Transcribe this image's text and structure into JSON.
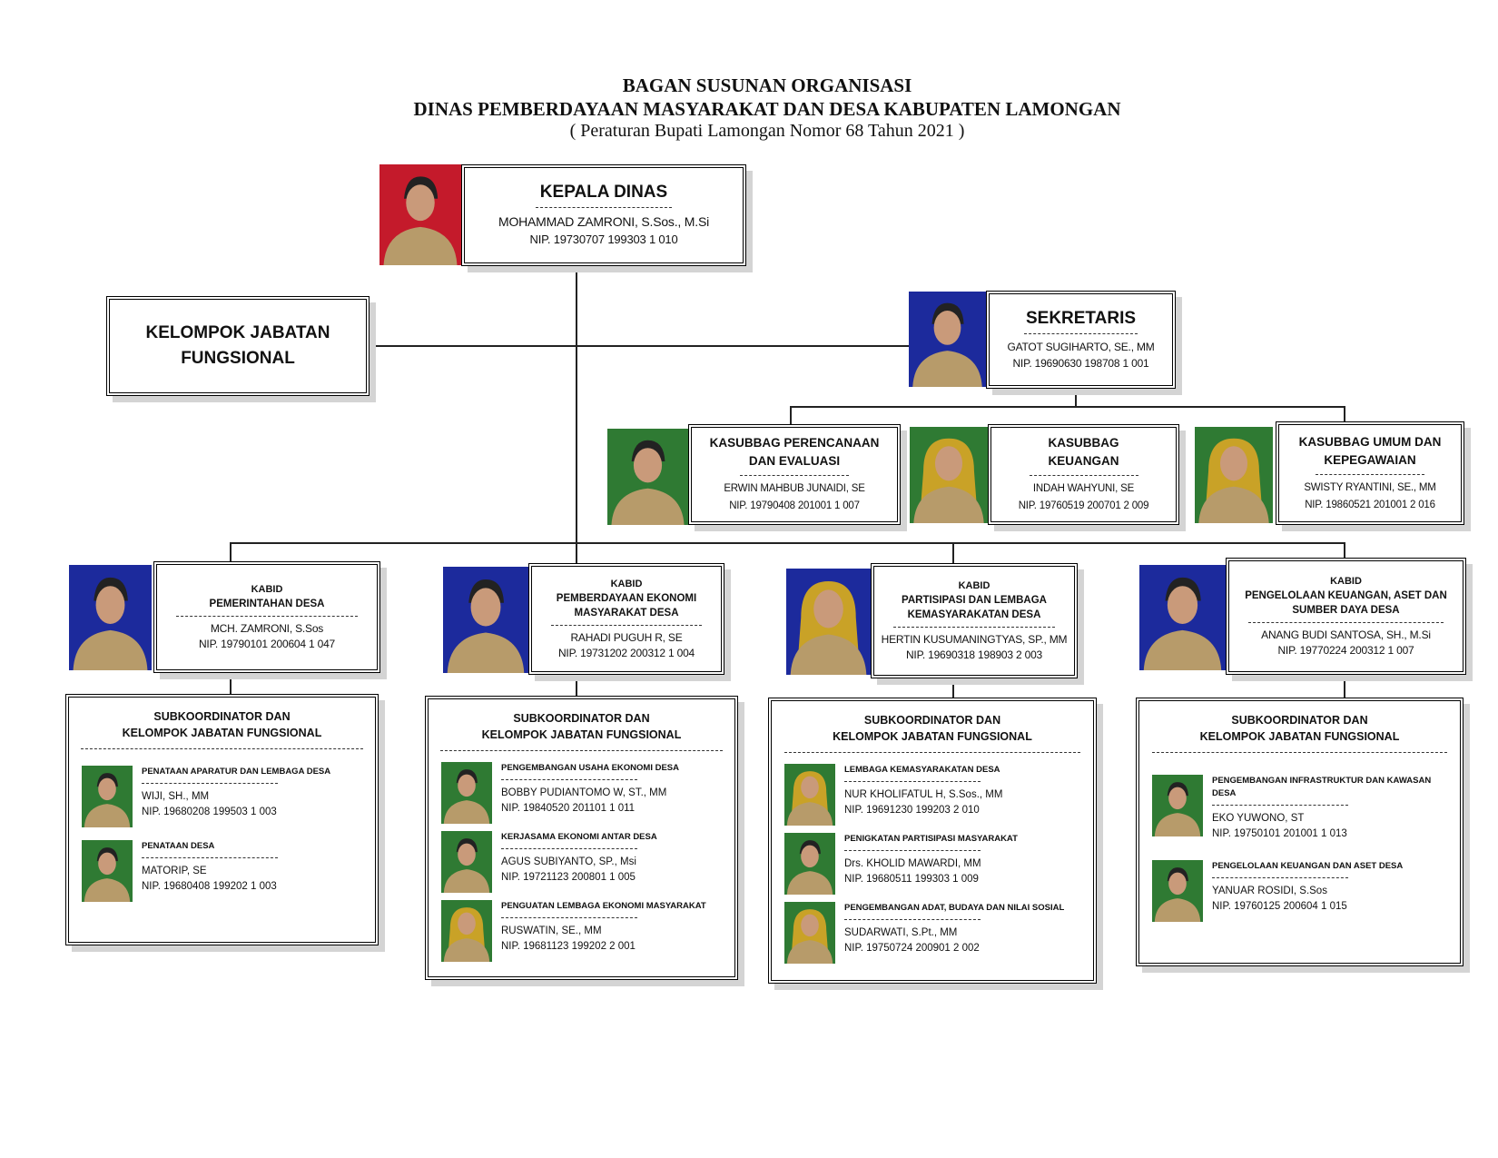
{
  "title": {
    "line1": "BAGAN SUSUNAN ORGANISASI",
    "line2": "DINAS PEMBERDAYAAN MASYARAKAT DAN DESA KABUPATEN LAMONGAN",
    "line3": "( Peraturan Bupati Lamongan Nomor 68 Tahun 2021 )"
  },
  "head": {
    "role": "KEPALA DINAS",
    "name": "MOHAMMAD ZAMRONI, S.Sos., M.Si",
    "nip": "NIP. 19730707 199303 1 010",
    "photo_bg": "#c41a2b"
  },
  "functional_group": {
    "label_line1": "KELOMPOK JABATAN",
    "label_line2": "FUNGSIONAL"
  },
  "secretary": {
    "role": "SEKRETARIS",
    "name": "GATOT SUGIHARTO, SE., MM",
    "nip": "NIP. 19690630 198708 1 001",
    "photo_bg": "#1c2a9c"
  },
  "subsections": [
    {
      "role_line1": "KASUBBAG PERENCANAAN",
      "role_line2": "DAN EVALUASI",
      "name": "ERWIN MAHBUB JUNAIDI, SE",
      "nip": "NIP. 19790408 201001 1 007",
      "photo_bg": "#2f7a33"
    },
    {
      "role_line1": "KASUBBAG",
      "role_line2": "KEUANGAN",
      "name": "INDAH WAHYUNI, SE",
      "nip": "NIP. 19760519 200701 2 009",
      "photo_bg": "#2f7a33"
    },
    {
      "role_line1": "KASUBBAG UMUM DAN",
      "role_line2": "KEPEGAWAIAN",
      "name": "SWISTY RYANTINI, SE., MM",
      "nip": "NIP. 19860521 201001 2 016",
      "photo_bg": "#2f7a33"
    }
  ],
  "divisions": [
    {
      "prefix": "KABID",
      "role": "PEMERINTAHAN DESA",
      "name": "MCH. ZAMRONI, S.Sos",
      "nip": "NIP. 19790101 200604 1 047",
      "photo_bg": "#1c2a9c",
      "sub": {
        "title_line1": "SUBKOORDINATOR DAN",
        "title_line2": "KELOMPOK JABATAN FUNGSIONAL",
        "items": [
          {
            "unit": "PENATAAN APARATUR DAN LEMBAGA DESA",
            "name": "WIJI, SH., MM",
            "nip": "NIP. 19680208 199503 1 003"
          },
          {
            "unit": "PENATAAN DESA",
            "name": "MATORIP, SE",
            "nip": "NIP. 19680408 199202 1 003"
          }
        ]
      }
    },
    {
      "prefix": "KABID",
      "role": "PEMBERDAYAAN EKONOMI MASYARAKAT DESA",
      "name": "RAHADI PUGUH R, SE",
      "nip": "NIP. 19731202 200312 1 004",
      "photo_bg": "#1c2a9c",
      "sub": {
        "title_line1": "SUBKOORDINATOR DAN",
        "title_line2": "KELOMPOK JABATAN FUNGSIONAL",
        "items": [
          {
            "unit": "PENGEMBANGAN USAHA EKONOMI DESA",
            "name": "BOBBY PUDIANTOMO W, ST., MM",
            "nip": "NIP. 19840520 201101 1 011"
          },
          {
            "unit": "KERJASAMA EKONOMI ANTAR DESA",
            "name": "AGUS SUBIYANTO, SP., Msi",
            "nip": "NIP. 19721123 200801 1 005"
          },
          {
            "unit": "PENGUATAN LEMBAGA EKONOMI MASYARAKAT",
            "name": "RUSWATIN, SE., MM",
            "nip": "NIP. 19681123 199202 2 001"
          }
        ]
      }
    },
    {
      "prefix": "KABID",
      "role": "PARTISIPASI DAN LEMBAGA KEMASYARAKATAN DESA",
      "name": "HERTIN KUSUMANINGTYAS, SP., MM",
      "nip": "NIP. 19690318 198903 2 003",
      "photo_bg": "#1c2a9c",
      "sub": {
        "title_line1": "SUBKOORDINATOR DAN",
        "title_line2": "KELOMPOK JABATAN FUNGSIONAL",
        "items": [
          {
            "unit": "LEMBAGA KEMASYARAKATAN DESA",
            "name": "NUR KHOLIFATUL H, S.Sos., MM",
            "nip": "NIP. 19691230 199203 2 010"
          },
          {
            "unit": "PENIGKATAN PARTISIPASI MASYARAKAT",
            "name": "Drs. KHOLID MAWARDI, MM",
            "nip": "NIP. 19680511 199303 1 009"
          },
          {
            "unit": "PENGEMBANGAN ADAT, BUDAYA DAN NILAI SOSIAL",
            "name": "SUDARWATI, S.Pt., MM",
            "nip": "NIP. 19750724 200901 2 002"
          }
        ]
      }
    },
    {
      "prefix": "KABID",
      "role": "PENGELOLAAN KEUANGAN, ASET DAN SUMBER DAYA DESA",
      "name": "ANANG BUDI SANTOSA, SH., M.Si",
      "nip": "NIP. 19770224 200312 1 007",
      "photo_bg": "#1c2a9c",
      "sub": {
        "title_line1": "SUBKOORDINATOR DAN",
        "title_line2": "KELOMPOK JABATAN FUNGSIONAL",
        "items": [
          {
            "unit": "PENGEMBANGAN INFRASTRUKTUR DAN KAWASAN DESA",
            "name": "EKO YUWONO, ST",
            "nip": "NIP. 19750101 201001 1 013"
          },
          {
            "unit": "PENGELOLAAN KEUANGAN DAN ASET DESA",
            "name": "YANUAR ROSIDI, S.Sos",
            "nip": "NIP. 19760125 200604 1 015"
          }
        ]
      }
    }
  ],
  "colors": {
    "sub_photo_bg": "#2f7a33",
    "uniform": "#b79b6a",
    "skin": "#c99a7a"
  }
}
